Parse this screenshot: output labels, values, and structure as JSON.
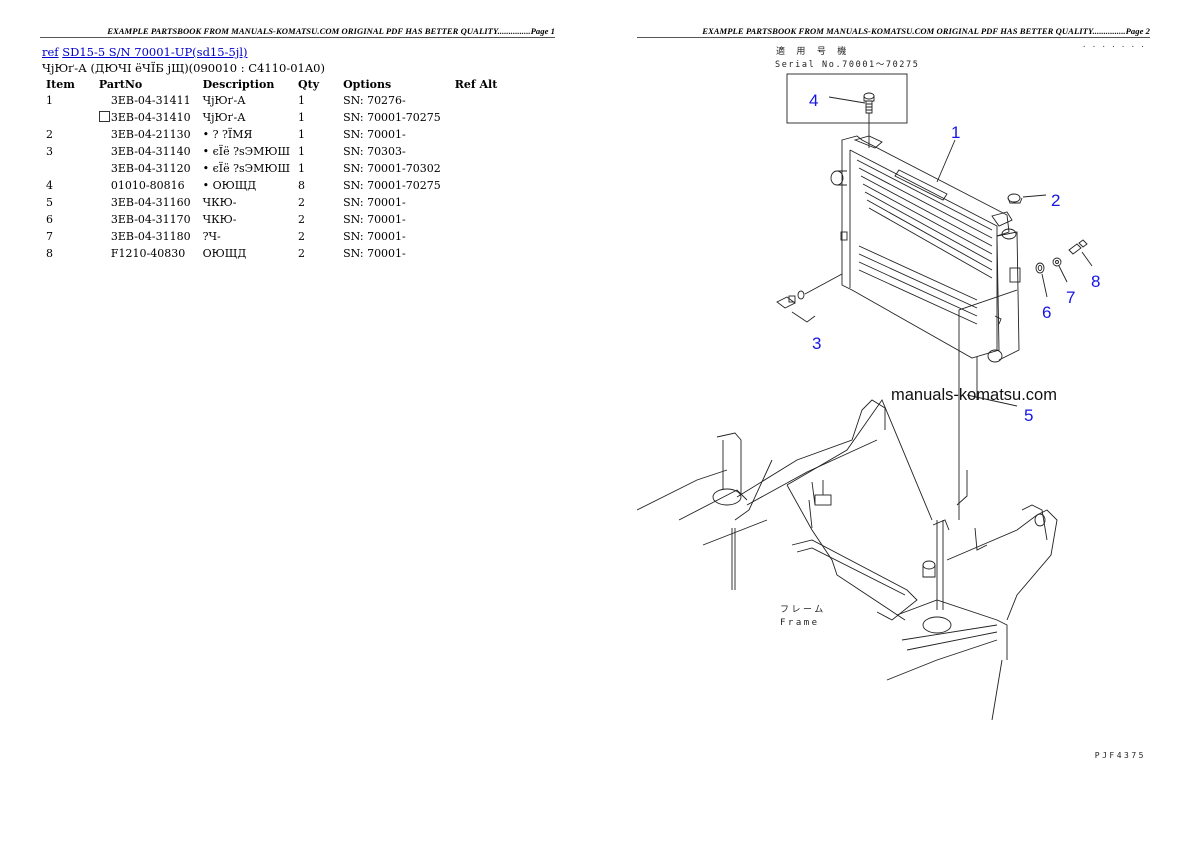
{
  "page1": {
    "header": "EXAMPLE PARTSBOOK FROM MANUALS-KOMATSU.COM ORIGINAL PDF HAS BETTER QUALITY...............Page 1",
    "ref_link": "ref",
    "model_link": "SD15-5 S/N  70001-UP(sd15-5jl)",
    "subtitle": "ЧјЮґ-А (ДЮЧІ ёЧЇБ јЩ)(090010 : C4110-01A0)",
    "table": {
      "columns": [
        "Item",
        "PartNo",
        "Description",
        "Qty",
        "Options",
        "Ref Alt"
      ],
      "rows": [
        {
          "item": "1",
          "partno": "3EB-04-31411",
          "checkbox": false,
          "desc": "ЧјЮґ-А",
          "qty": "1",
          "options": "SN: 70276-",
          "refalt": ""
        },
        {
          "item": "",
          "partno": "3EB-04-31410",
          "checkbox": true,
          "desc": "ЧјЮґ-А",
          "qty": "1",
          "options": "SN: 70001-70275",
          "refalt": ""
        },
        {
          "item": "2",
          "partno": "3EB-04-21130",
          "checkbox": false,
          "desc": "• ? ?ЇМЯ",
          "qty": "1",
          "options": "SN: 70001-",
          "refalt": ""
        },
        {
          "item": "3",
          "partno": "3EB-04-31140",
          "checkbox": false,
          "desc": "• єЇё ?sЭМЮШ",
          "qty": "1",
          "options": "SN: 70303-",
          "refalt": ""
        },
        {
          "item": "",
          "partno": "3EB-04-31120",
          "checkbox": false,
          "desc": "• єЇё ?sЭМЮШ",
          "qty": "1",
          "options": "SN: 70001-70302",
          "refalt": ""
        },
        {
          "item": "4",
          "partno": "01010-80816",
          "checkbox": false,
          "desc": "• ОЮЩД",
          "qty": "8",
          "options": "SN: 70001-70275",
          "refalt": ""
        },
        {
          "item": "5",
          "partno": "3EB-04-31160",
          "checkbox": false,
          "desc": "ЧКЮ-",
          "qty": "2",
          "options": "SN: 70001-",
          "refalt": ""
        },
        {
          "item": "6",
          "partno": "3EB-04-31170",
          "checkbox": false,
          "desc": "ЧКЮ-",
          "qty": "2",
          "options": "SN: 70001-",
          "refalt": ""
        },
        {
          "item": "7",
          "partno": "3EB-04-31180",
          "checkbox": false,
          "desc": "?Ч-",
          "qty": "2",
          "options": "SN: 70001-",
          "refalt": ""
        },
        {
          "item": "8",
          "partno": "F1210-40830",
          "checkbox": false,
          "desc": "ОЮЩД",
          "qty": "2",
          "options": "SN: 70001-",
          "refalt": ""
        }
      ]
    }
  },
  "page2": {
    "header": "EXAMPLE PARTSBOOK FROM MANUALS-KOMATSU.COM ORIGINAL PDF HAS BETTER QUALITY...............Page 2",
    "diagram": {
      "jp_title": "適 用 号 機",
      "serial": "Serial No.70001～70275",
      "corner_dots": ". . .  . . . .",
      "watermark": "manuals-komatsu.com",
      "frame_label_jp": "フレーム",
      "frame_label_en": "Frame",
      "footer_code": "PJF4375",
      "callouts": [
        "1",
        "2",
        "3",
        "4",
        "5",
        "6",
        "7",
        "8"
      ],
      "callout_color": "#1515e6"
    }
  }
}
